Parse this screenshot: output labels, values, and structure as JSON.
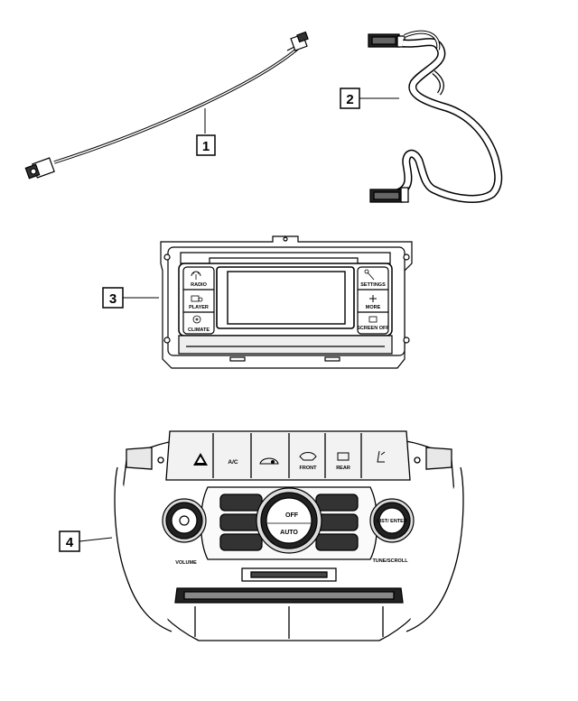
{
  "callouts": [
    {
      "id": "callout-1",
      "number": "1"
    },
    {
      "id": "callout-2",
      "number": "2"
    },
    {
      "id": "callout-3",
      "number": "3"
    },
    {
      "id": "callout-4",
      "number": "4"
    }
  ],
  "radio_module": {
    "left_buttons": [
      "RADIO",
      "PLAYER",
      "CLIMATE"
    ],
    "right_buttons": [
      "SETTINGS",
      "MORE",
      "SCREEN OFF"
    ]
  },
  "climate_panel": {
    "top_buttons": [
      "A/C",
      "FRONT",
      "REAR"
    ],
    "center_knob": {
      "top": "OFF",
      "bottom": "AUTO"
    },
    "right_knob": "LIST/ ENTER",
    "left_knob_label": "VOLUME",
    "right_knob_label": "TUNE/SCROLL"
  },
  "colors": {
    "line": "#000000",
    "background": "#ffffff",
    "shade": "#d9d9d9",
    "dark": "#1a1a1a"
  }
}
